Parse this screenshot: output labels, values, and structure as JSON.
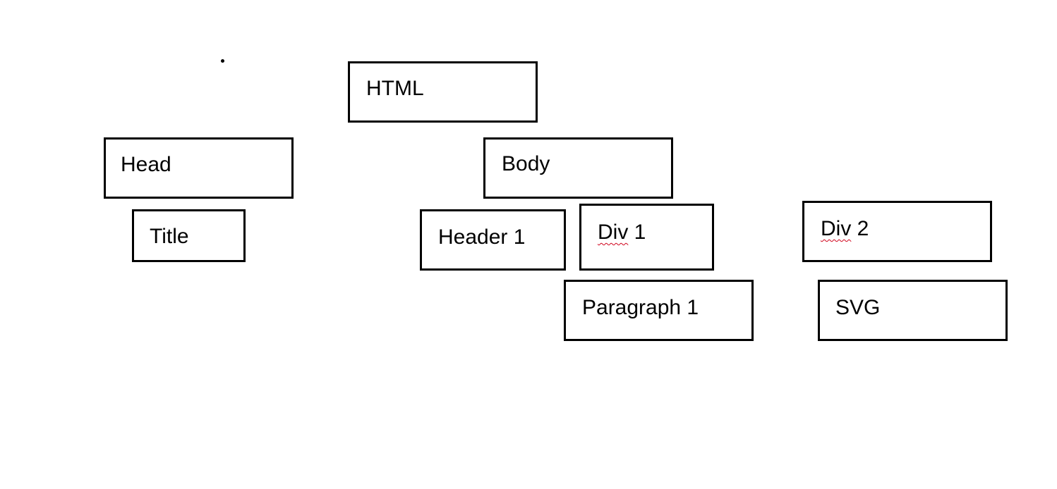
{
  "diagram": {
    "nodes": [
      {
        "id": "html",
        "label": "HTML"
      },
      {
        "id": "head",
        "label": "Head"
      },
      {
        "id": "body",
        "label": "Body"
      },
      {
        "id": "title",
        "label": "Title"
      },
      {
        "id": "header1",
        "label": "Header 1"
      },
      {
        "id": "div1",
        "label": "Div 1",
        "spellcheck_underline": true
      },
      {
        "id": "div2",
        "label": "Div 2",
        "spellcheck_underline": true
      },
      {
        "id": "paragraph1",
        "label": "Paragraph 1"
      },
      {
        "id": "svg",
        "label": "SVG"
      }
    ],
    "colors": {
      "border": "#000000",
      "background": "#ffffff",
      "text": "#000000",
      "spellcheck": "#d0021b"
    }
  }
}
